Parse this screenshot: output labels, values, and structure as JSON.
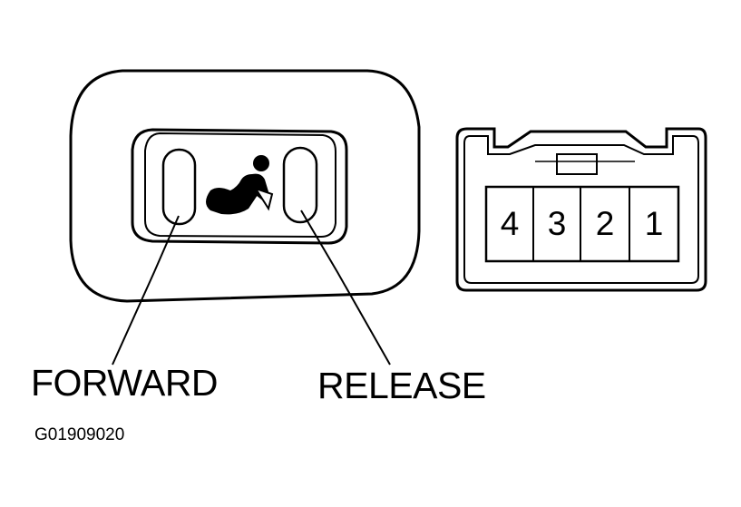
{
  "labels": {
    "forward": "FORWARD",
    "release": "RELEASE",
    "figure_code": "G01909020"
  },
  "connector": {
    "pins": [
      "4",
      "3",
      "2",
      "1"
    ]
  },
  "icons": {
    "seat": "seat-recline-icon"
  }
}
